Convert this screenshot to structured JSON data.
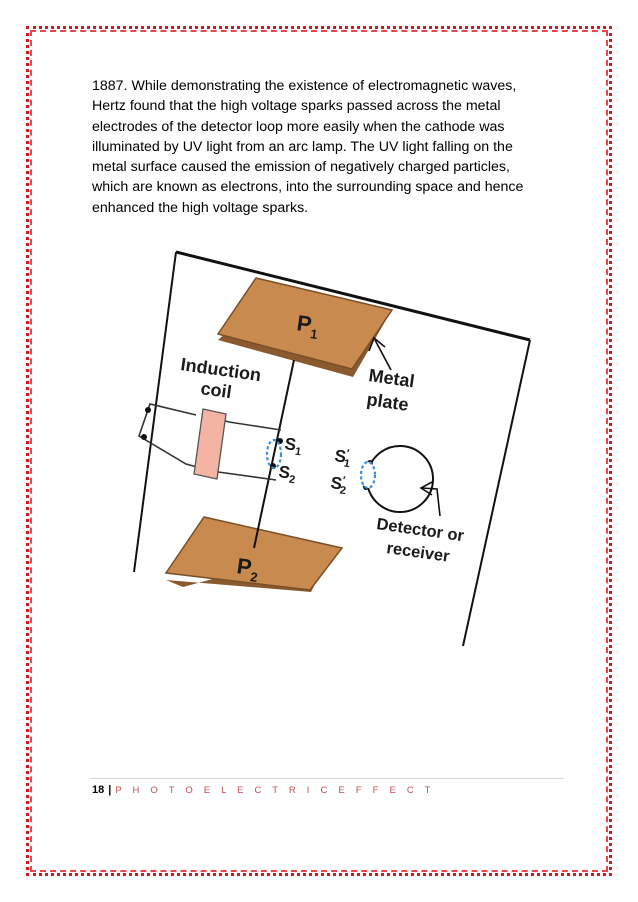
{
  "body": {
    "lines": [
      "1887. While demonstrating the existence of electromagnetic waves,",
      "Hertz found that the high voltage sparks passed across the metal",
      "electrodes of the detector loop more easily when the cathode was",
      "illuminated by UV light from an arc lamp. The UV light falling on the",
      "metal surface caused the emission of negatively charged particles,",
      "which are known as electrons, into the surrounding space and hence",
      "enhanced the high voltage sparks."
    ]
  },
  "figure": {
    "p1_main": "P",
    "p1_sub": "1",
    "p2_main": "P",
    "p2_sub": "2",
    "induction_line1": "Induction",
    "induction_line2": "coil",
    "metal_line1": "Metal",
    "metal_line2": "plate",
    "s1_main": "S",
    "s1_sub": "1",
    "s2_main": "S",
    "s2_sub": "2",
    "s1p_main": "S",
    "s1p_sup": "′",
    "s1p_sub": "1",
    "s2p_main": "S",
    "s2p_sup": "′",
    "s2p_sub": "2",
    "detector_line1": "Detector or",
    "detector_line2": "receiver",
    "colors": {
      "plate": "#c88a4e",
      "plate_edge": "#8a5a2e",
      "coil": "#f4b4a4",
      "spark": "#3a8fd8"
    }
  },
  "footer": {
    "page_number": "18",
    "separator": "|",
    "title": "P H O T O E L E C T R I C   E F F E C T"
  }
}
